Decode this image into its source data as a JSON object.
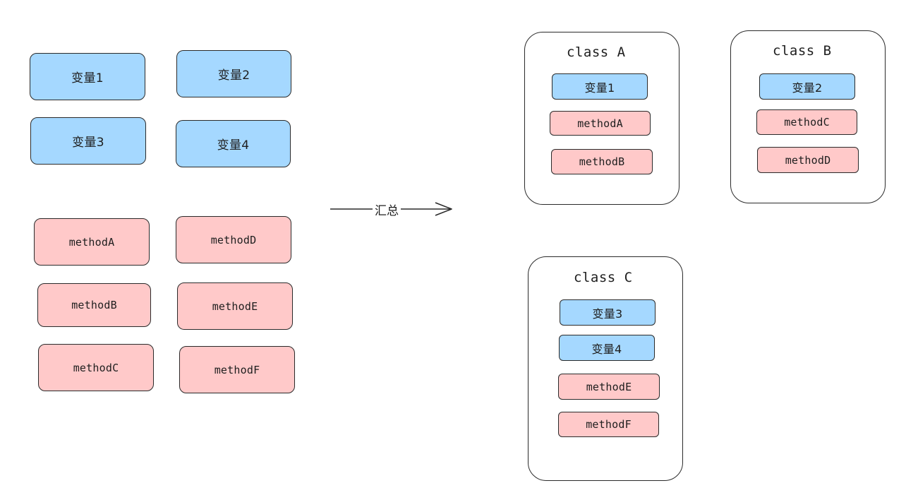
{
  "left": {
    "variables": [
      "变量1",
      "变量2",
      "变量3",
      "变量4"
    ],
    "methods": [
      "methodA",
      "methodD",
      "methodB",
      "methodE",
      "methodC",
      "methodF"
    ]
  },
  "arrow": {
    "label": "汇总"
  },
  "classes": [
    {
      "title": "class A",
      "variables": [
        "变量1"
      ],
      "methods": [
        "methodA",
        "methodB"
      ]
    },
    {
      "title": "class B",
      "variables": [
        "变量2"
      ],
      "methods": [
        "methodC",
        "methodD"
      ]
    },
    {
      "title": "class C",
      "variables": [
        "变量3",
        "变量4"
      ],
      "methods": [
        "methodE",
        "methodF"
      ]
    }
  ],
  "colors": {
    "variable_fill": "#a5d8ff",
    "method_fill": "#ffc9c9",
    "stroke": "#2a2a2a"
  }
}
